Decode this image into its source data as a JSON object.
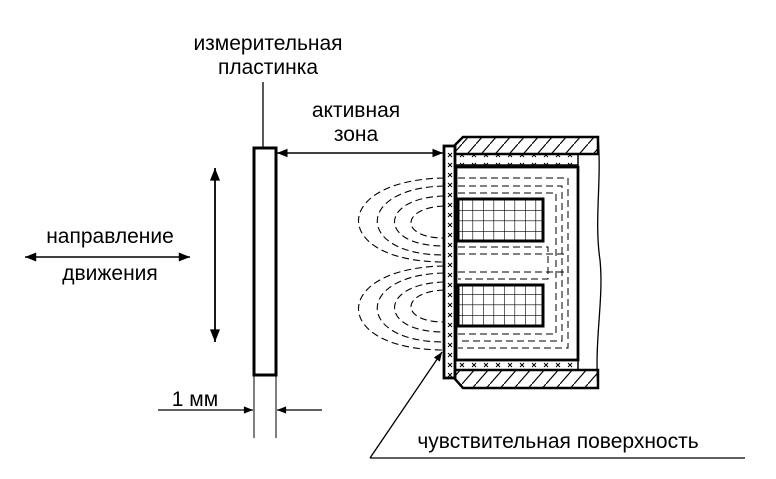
{
  "labels": {
    "plate_line1": "измерительная",
    "plate_line2": "пластинка",
    "zone_line1": "активная",
    "zone_line2": "зона",
    "direction_line1": "направление",
    "direction_line2": "движения",
    "thickness": "1 мм",
    "surface": "чувствительная поверхность"
  }
}
